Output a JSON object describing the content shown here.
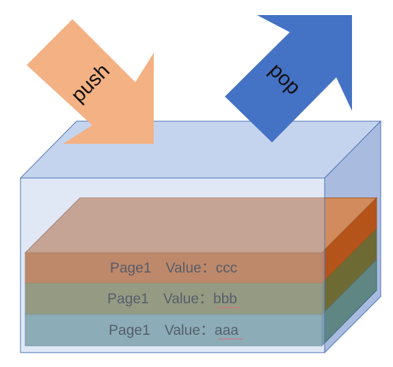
{
  "arrows": {
    "push": {
      "label": "push",
      "color": "#F4B183"
    },
    "pop": {
      "label": "pop",
      "color": "#4472C4"
    }
  },
  "container": {
    "front_color": "#B4C7E7",
    "top_color": "#C5D4EE",
    "side_color": "#A9BCE0",
    "edge_color": "#4A6FB5"
  },
  "layers": [
    {
      "text": "Page1　Value：ccc",
      "color": "#C55A11"
    },
    {
      "text": "Page1　Value：bbb",
      "color": "#7F7A3A"
    },
    {
      "text": "Page1　Value：aaa",
      "color": "#6F9A95"
    }
  ]
}
